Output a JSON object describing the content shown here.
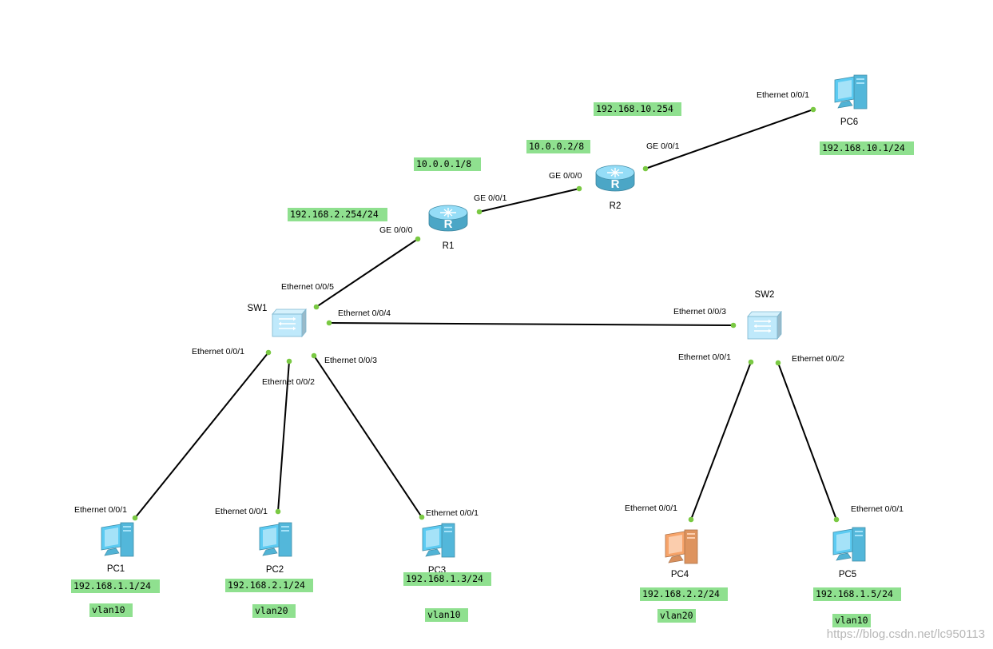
{
  "devices": [
    {
      "id": "R1",
      "kind": "router",
      "label": "R1"
    },
    {
      "id": "R2",
      "kind": "router",
      "label": "R2"
    },
    {
      "id": "SW1",
      "kind": "switch",
      "label": "SW1"
    },
    {
      "id": "SW2",
      "kind": "switch",
      "label": "SW2"
    },
    {
      "id": "PC1",
      "kind": "pc",
      "label": "PC1",
      "color": "#5ccbf2"
    },
    {
      "id": "PC2",
      "kind": "pc",
      "label": "PC2",
      "color": "#5ccbf2"
    },
    {
      "id": "PC3",
      "kind": "pc",
      "label": "PC3",
      "color": "#5ccbf2"
    },
    {
      "id": "PC4",
      "kind": "pc",
      "label": "PC4",
      "color": "#f7a46a"
    },
    {
      "id": "PC5",
      "kind": "pc",
      "label": "PC5",
      "color": "#5ccbf2"
    },
    {
      "id": "PC6",
      "kind": "pc",
      "label": "PC6",
      "color": "#5ccbf2"
    }
  ],
  "links": [
    {
      "a": "R1",
      "a_port": "GE 0/0/1",
      "b": "R2",
      "b_port": "GE 0/0/0"
    },
    {
      "a": "R2",
      "a_port": "GE 0/0/1",
      "b": "PC6",
      "b_port": "Ethernet 0/0/1"
    },
    {
      "a": "R1",
      "a_port": "GE 0/0/0",
      "b": "SW1",
      "b_port": "Ethernet 0/0/5"
    },
    {
      "a": "SW1",
      "a_port": "Ethernet 0/0/4",
      "b": "SW2",
      "b_port": "Ethernet 0/0/3"
    },
    {
      "a": "SW1",
      "a_port": "Ethernet 0/0/1",
      "b": "PC1",
      "b_port": "Ethernet 0/0/1"
    },
    {
      "a": "SW1",
      "a_port": "Ethernet 0/0/2",
      "b": "PC2",
      "b_port": "Ethernet 0/0/1"
    },
    {
      "a": "SW1",
      "a_port": "Ethernet 0/0/3",
      "b": "PC3",
      "b_port": "Ethernet 0/0/1"
    },
    {
      "a": "SW2",
      "a_port": "Ethernet 0/0/1",
      "b": "PC4",
      "b_port": "Ethernet 0/0/1"
    },
    {
      "a": "SW2",
      "a_port": "Ethernet 0/0/2",
      "b": "PC5",
      "b_port": "Ethernet 0/0/1"
    }
  ],
  "notes": [
    {
      "id": "r1-ge001-ip",
      "text": "10.0.0.1/8"
    },
    {
      "id": "r2-ge000-ip",
      "text": "10.0.0.2/8"
    },
    {
      "id": "r2-ge001-ip",
      "text": "192.168.10.254"
    },
    {
      "id": "r1-ge000-ip",
      "text": "192.168.2.254/24"
    },
    {
      "id": "pc6-ip",
      "text": "192.168.10.1/24"
    },
    {
      "id": "pc1-ip",
      "text": "192.168.1.1/24"
    },
    {
      "id": "pc1-vlan",
      "text": "vlan10"
    },
    {
      "id": "pc2-ip",
      "text": "192.168.2.1/24"
    },
    {
      "id": "pc2-vlan",
      "text": "vlan20"
    },
    {
      "id": "pc3-ip",
      "text": "192.168.1.3/24"
    },
    {
      "id": "pc3-vlan",
      "text": "vlan10"
    },
    {
      "id": "pc4-ip",
      "text": "192.168.2.2/24"
    },
    {
      "id": "pc4-vlan",
      "text": "vlan20"
    },
    {
      "id": "pc5-ip",
      "text": "192.168.1.5/24"
    },
    {
      "id": "pc5-vlan",
      "text": "vlan10"
    }
  ],
  "watermark": "https://blog.csdn.net/lc950113",
  "colors": {
    "link": "#000000",
    "port_dot": "#7ac943",
    "note_bg": "#8fe08f",
    "router": "#5ccbf2",
    "switch": "#bfe9fb"
  }
}
